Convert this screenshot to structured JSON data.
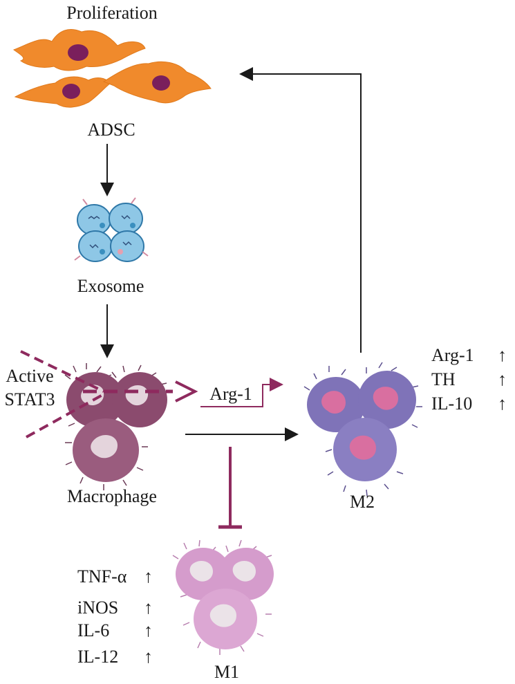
{
  "labels": {
    "proliferation": "Proliferation",
    "adsc": "ADSC",
    "exosome": "Exosome",
    "active": "Active",
    "stat3": "STAT3",
    "macrophage": "Macrophage",
    "arg1_mid": "Arg-1",
    "m2": "M2",
    "m1": "M1"
  },
  "m2_markers": [
    {
      "name": "Arg-1",
      "arrow": "↑"
    },
    {
      "name": "TH",
      "arrow": "↑"
    },
    {
      "name": "IL-10",
      "arrow": "↑"
    }
  ],
  "m1_markers": [
    {
      "name": "TNF-α",
      "arrow": "↑"
    },
    {
      "name": "iNOS",
      "arrow": "↑"
    },
    {
      "name": "IL-6",
      "arrow": "↑"
    },
    {
      "name": "IL-12",
      "arrow": "↑"
    }
  ],
  "colors": {
    "adsc_body": "#f08a2c",
    "adsc_nucleus": "#7a1f5c",
    "exosome": "#8ec7e6",
    "macrophage": "#8b4b6e",
    "m2": "#7f73b8",
    "m1": "#d59ccc",
    "inhibit": "#8e2a5e",
    "arrow": "#1a1a1a"
  }
}
